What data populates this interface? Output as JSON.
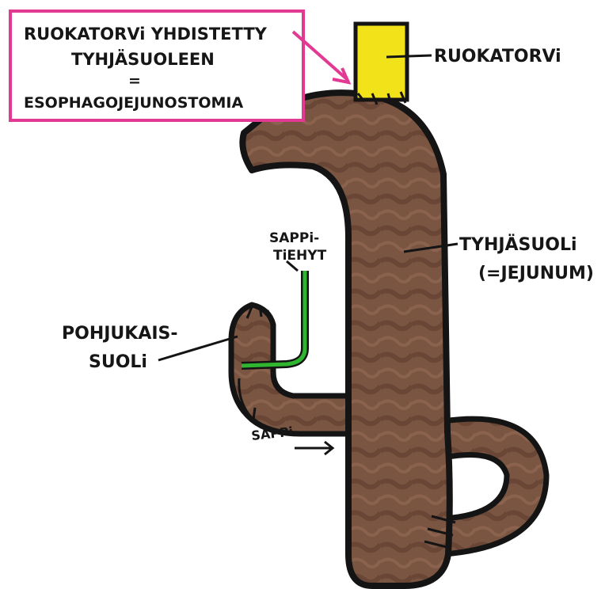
{
  "colors": {
    "intestine_fill": "#7a5542",
    "intestine_shade": "#4d3326",
    "outline": "#141414",
    "esophagus": "#f2e21a",
    "bile_duct": "#2fb52f",
    "callout_border": "#e23a93"
  },
  "callout": {
    "line1": "RUOKATORVi YHDISTETTY",
    "line2": "TYHJÄSUOLEEN",
    "line3": "=",
    "line4": "ESOPHAGOJEJUNOSTOMIA"
  },
  "labels": {
    "esophagus": "RUOKATORVi",
    "jejunum_1": "TYHJÄSUOLi",
    "jejunum_2": "(=JEJUNUM)",
    "bile_duct_1": "SAPPi-",
    "bile_duct_2": "TiEHYT",
    "duodenum_1": "POHJUKAIS-",
    "duodenum_2": "SUOLi",
    "bile_flow": "SAPPi"
  }
}
